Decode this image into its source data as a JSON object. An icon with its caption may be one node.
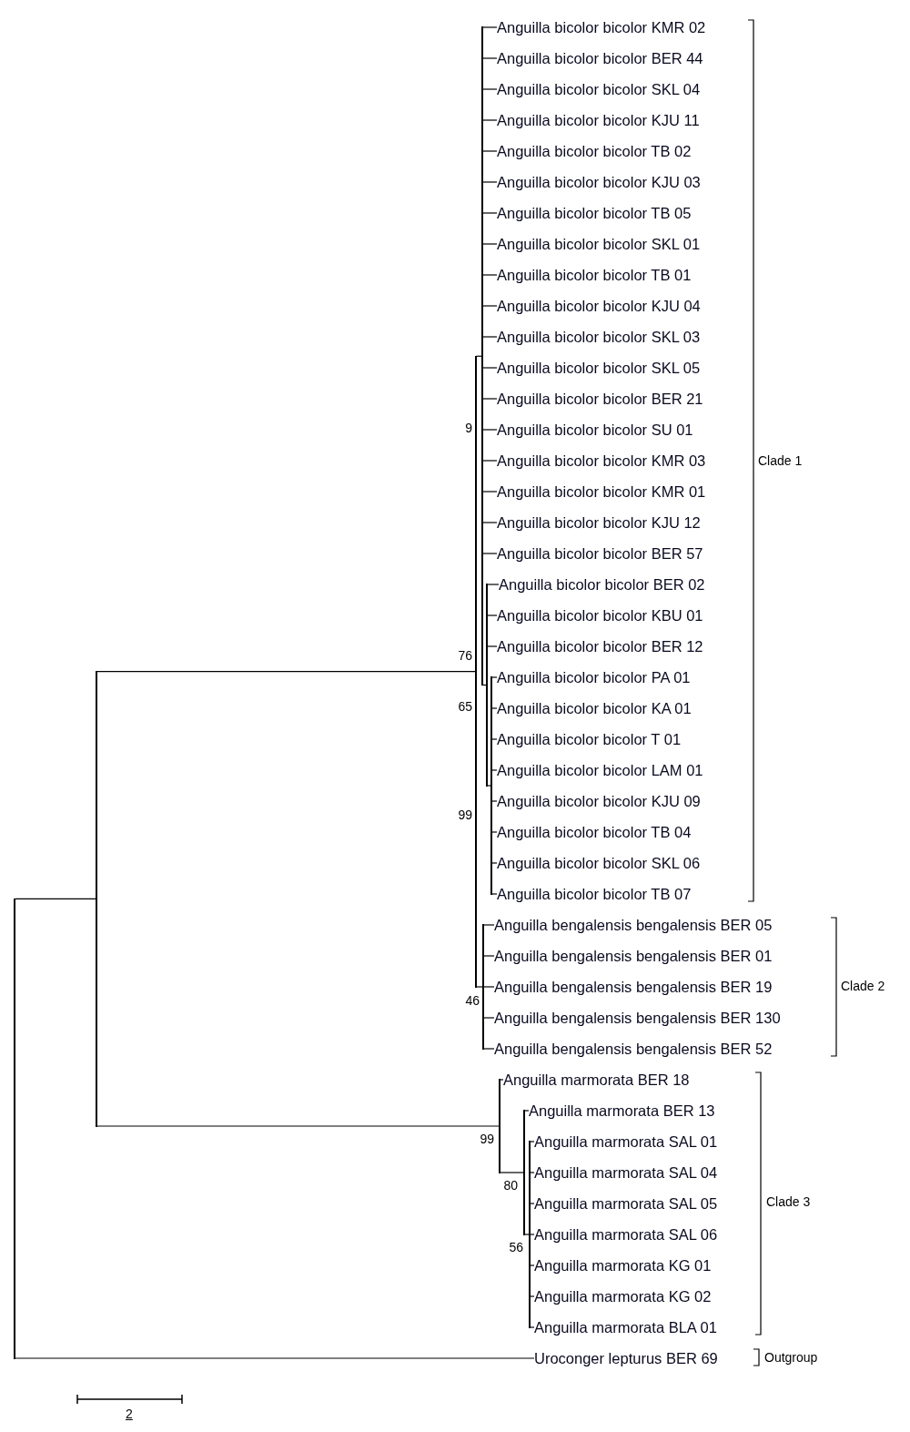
{
  "diagram": {
    "nodes": [
      {
        "text": [
          "Anguilla bicolor bicolor KMR 02"
        ]
      },
      {
        "text": [
          "Anguilla bicolor bicolor BER 44"
        ]
      },
      {
        "text": [
          "Anguilla bicolor bicolor SKL 04"
        ]
      },
      {
        "text": [
          "Anguilla bicolor bicolor KJU 11"
        ]
      },
      {
        "text": [
          "Anguilla bicolor bicolor TB 02"
        ]
      },
      {
        "text": [
          "Anguilla bicolor bicolor KJU 03"
        ]
      },
      {
        "text": [
          "Anguilla bicolor bicolor TB 05"
        ]
      },
      {
        "text": [
          "Anguilla bicolor bicolor SKL 01"
        ]
      },
      {
        "text": [
          "Anguilla bicolor bicolor TB 01"
        ]
      },
      {
        "text": [
          "Anguilla bicolor bicolor KJU 04"
        ]
      },
      {
        "text": [
          "Anguilla bicolor bicolor SKL 03"
        ]
      },
      {
        "text": [
          "Anguilla bicolor bicolor SKL 05"
        ]
      },
      {
        "text": [
          "Anguilla bicolor bicolor BER 21"
        ]
      },
      {
        "text": [
          "Anguilla bicolor bicolor SU 01"
        ]
      },
      {
        "text": [
          "Anguilla bicolor bicolor KMR 03"
        ]
      },
      {
        "text": [
          "Anguilla bicolor bicolor KMR 01"
        ]
      },
      {
        "text": [
          "Anguilla bicolor bicolor KJU 12"
        ]
      },
      {
        "text": [
          "Anguilla bicolor bicolor BER 57"
        ]
      },
      {
        "text": [
          "Anguilla bicolor bicolor BER 02"
        ]
      },
      {
        "text": [
          "Anguilla bicolor bicolor KBU 01"
        ]
      },
      {
        "text": [
          "Anguilla bicolor bicolor BER 12"
        ]
      },
      {
        "text": [
          "Anguilla bicolor bicolor PA 01"
        ]
      },
      {
        "text": [
          "Anguilla bicolor bicolor KA 01"
        ]
      },
      {
        "text": [
          "Anguilla bicolor bicolor T 01"
        ]
      },
      {
        "text": [
          "Anguilla bicolor bicolor LAM 01"
        ]
      },
      {
        "text": [
          "Anguilla bicolor bicolor KJU 09"
        ]
      },
      {
        "text": [
          "Anguilla bicolor bicolor TB 04"
        ]
      },
      {
        "text": [
          "Anguilla bicolor bicolor SKL 06"
        ]
      },
      {
        "text": [
          "Anguilla bicolor bicolor TB 07"
        ]
      },
      {
        "text": [
          "Anguilla bengalensis bengalensis BER 05"
        ]
      },
      {
        "text": [
          "Anguilla bengalensis bengalensis BER 01"
        ]
      },
      {
        "text": [
          "Anguilla bengalensis bengalensis BER 19"
        ]
      },
      {
        "text": [
          "Anguilla bengalensis bengalensis BER 130"
        ]
      },
      {
        "text": [
          "Anguilla bengalensis bengalensis BER 52"
        ]
      },
      {
        "text": [
          "Anguilla marmorata BER 18"
        ]
      },
      {
        "text": [
          "Anguilla marmorata BER 13"
        ]
      },
      {
        "text": [
          "Anguilla marmorata SAL 01"
        ]
      },
      {
        "text": [
          "Anguilla marmorata SAL 04"
        ]
      },
      {
        "text": [
          "Anguilla marmorata SAL 05"
        ]
      },
      {
        "text": [
          "Anguilla marmorata SAL 06"
        ]
      },
      {
        "text": [
          "Anguilla marmorata KG 01"
        ]
      },
      {
        "text": [
          "Anguilla marmorata KG 02"
        ]
      },
      {
        "text": [
          "Anguilla marmorata BLA 01"
        ]
      },
      {
        "text": [
          "Uroconger lepturus BER 69"
        ]
      },
      {
        "text": [],
        "shape": "bar"
      },
      {
        "text": [],
        "shape": "bar"
      },
      {
        "text": [],
        "shape": "bar",
        "beside": [
          "99"
        ]
      },
      {
        "text": [],
        "shape": "bar",
        "beside": [
          "9"
        ]
      },
      {
        "text": [],
        "shape": "bar"
      },
      {
        "text": [],
        "shape": "bar"
      },
      {
        "text": [],
        "shape": "bar",
        "beside": [
          "46"
        ]
      },
      {
        "text": [],
        "shape": "bar",
        "beside": [
          "99"
        ]
      },
      {
        "text": [],
        "shape": "bar",
        "beside": [
          "80"
        ]
      },
      {
        "text": [],
        "shape": "bar",
        "beside": [
          "56"
        ]
      }
    ],
    "edges": [
      {
        "from": 44,
        "to": 45,
        "arrow": "none"
      },
      {
        "from": 44,
        "to": 43,
        "arrow": "none"
      },
      {
        "from": 45,
        "to": 46,
        "arrow": "none"
      },
      {
        "from": 45,
        "to": 51,
        "arrow": "none"
      },
      {
        "from": 46,
        "to": 47,
        "arrow": "none"
      },
      {
        "from": 46,
        "to": 50,
        "arrow": "none"
      },
      {
        "from": 47,
        "to": 0,
        "arrow": "none"
      },
      {
        "from": 47,
        "to": 1,
        "arrow": "none"
      },
      {
        "from": 47,
        "to": 2,
        "arrow": "none"
      },
      {
        "from": 47,
        "to": 3,
        "arrow": "none"
      },
      {
        "from": 47,
        "to": 4,
        "arrow": "none"
      },
      {
        "from": 47,
        "to": 5,
        "arrow": "none"
      },
      {
        "from": 47,
        "to": 6,
        "arrow": "none"
      },
      {
        "from": 47,
        "to": 7,
        "arrow": "none"
      },
      {
        "from": 47,
        "to": 8,
        "arrow": "none"
      },
      {
        "from": 47,
        "to": 9,
        "arrow": "none"
      },
      {
        "from": 47,
        "to": 10,
        "arrow": "none"
      },
      {
        "from": 47,
        "to": 11,
        "arrow": "none"
      },
      {
        "from": 47,
        "to": 12,
        "arrow": "none"
      },
      {
        "from": 47,
        "to": 13,
        "arrow": "none"
      },
      {
        "from": 47,
        "to": 14,
        "arrow": "none"
      },
      {
        "from": 47,
        "to": 15,
        "arrow": "none"
      },
      {
        "from": 47,
        "to": 16,
        "arrow": "none"
      },
      {
        "from": 47,
        "to": 17,
        "arrow": "none"
      },
      {
        "from": 47,
        "to": 48,
        "arrow": "none"
      },
      {
        "from": 48,
        "to": 18,
        "arrow": "none"
      },
      {
        "from": 48,
        "to": 19,
        "arrow": "none"
      },
      {
        "from": 48,
        "to": 20,
        "arrow": "none"
      },
      {
        "from": 48,
        "to": 49,
        "arrow": "none"
      },
      {
        "from": 49,
        "to": 21,
        "arrow": "none"
      },
      {
        "from": 49,
        "to": 22,
        "arrow": "none"
      },
      {
        "from": 49,
        "to": 23,
        "arrow": "none"
      },
      {
        "from": 49,
        "to": 24,
        "arrow": "none"
      },
      {
        "from": 49,
        "to": 25,
        "arrow": "none"
      },
      {
        "from": 49,
        "to": 26,
        "arrow": "none"
      },
      {
        "from": 49,
        "to": 27,
        "arrow": "none"
      },
      {
        "from": 49,
        "to": 28,
        "arrow": "none"
      },
      {
        "from": 50,
        "to": 29,
        "arrow": "none"
      },
      {
        "from": 50,
        "to": 30,
        "arrow": "none"
      },
      {
        "from": 50,
        "to": 31,
        "arrow": "none"
      },
      {
        "from": 50,
        "to": 32,
        "arrow": "none"
      },
      {
        "from": 50,
        "to": 33,
        "arrow": "none"
      },
      {
        "from": 51,
        "to": 34,
        "arrow": "none"
      },
      {
        "from": 51,
        "to": 52,
        "arrow": "none"
      },
      {
        "from": 52,
        "to": 35,
        "arrow": "none"
      },
      {
        "from": 52,
        "to": 53,
        "arrow": "none"
      },
      {
        "from": 53,
        "to": 36,
        "arrow": "none"
      },
      {
        "from": 53,
        "to": 37,
        "arrow": "none"
      },
      {
        "from": 53,
        "to": 38,
        "arrow": "none"
      },
      {
        "from": 53,
        "to": 39,
        "arrow": "none"
      },
      {
        "from": 53,
        "to": 40,
        "arrow": "none"
      },
      {
        "from": 53,
        "to": 41,
        "arrow": "none"
      },
      {
        "from": 53,
        "to": 42,
        "arrow": "none"
      }
    ],
    "labels": [
      "Clade 1",
      "76",
      "65",
      "Clade 2",
      "Clade 3",
      "Outgroup",
      "2"
    ]
  }
}
